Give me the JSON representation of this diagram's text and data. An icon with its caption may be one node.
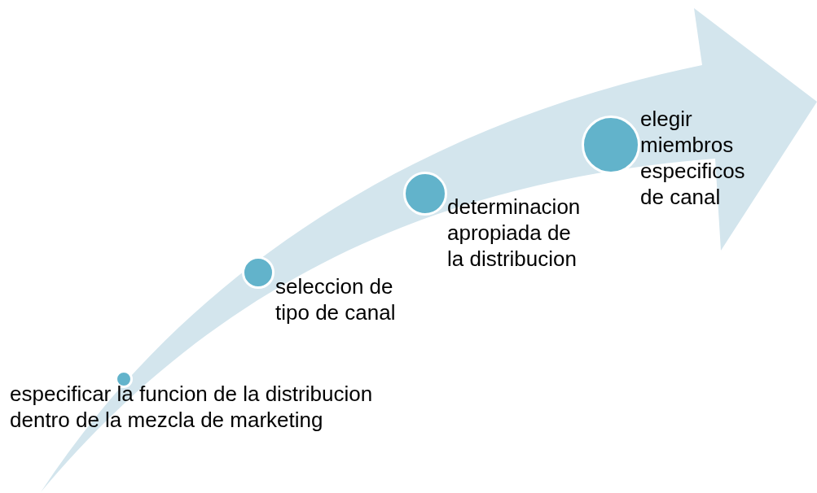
{
  "diagram": {
    "nodes": [
      {
        "text": [],
        "shape": "circle",
        "beside": [
          "especificar la funcion de la distribucion dentro de la mezcla de marketing"
        ]
      },
      {
        "text": [],
        "shape": "circle",
        "beside": [
          "seleccion de tipo de canal"
        ]
      },
      {
        "text": [],
        "shape": "circle",
        "beside": [
          "determinacion apropiada de la distribucion"
        ]
      },
      {
        "text": [],
        "shape": "circle",
        "beside": [
          "elegir miembros especificos de canal"
        ]
      }
    ]
  }
}
